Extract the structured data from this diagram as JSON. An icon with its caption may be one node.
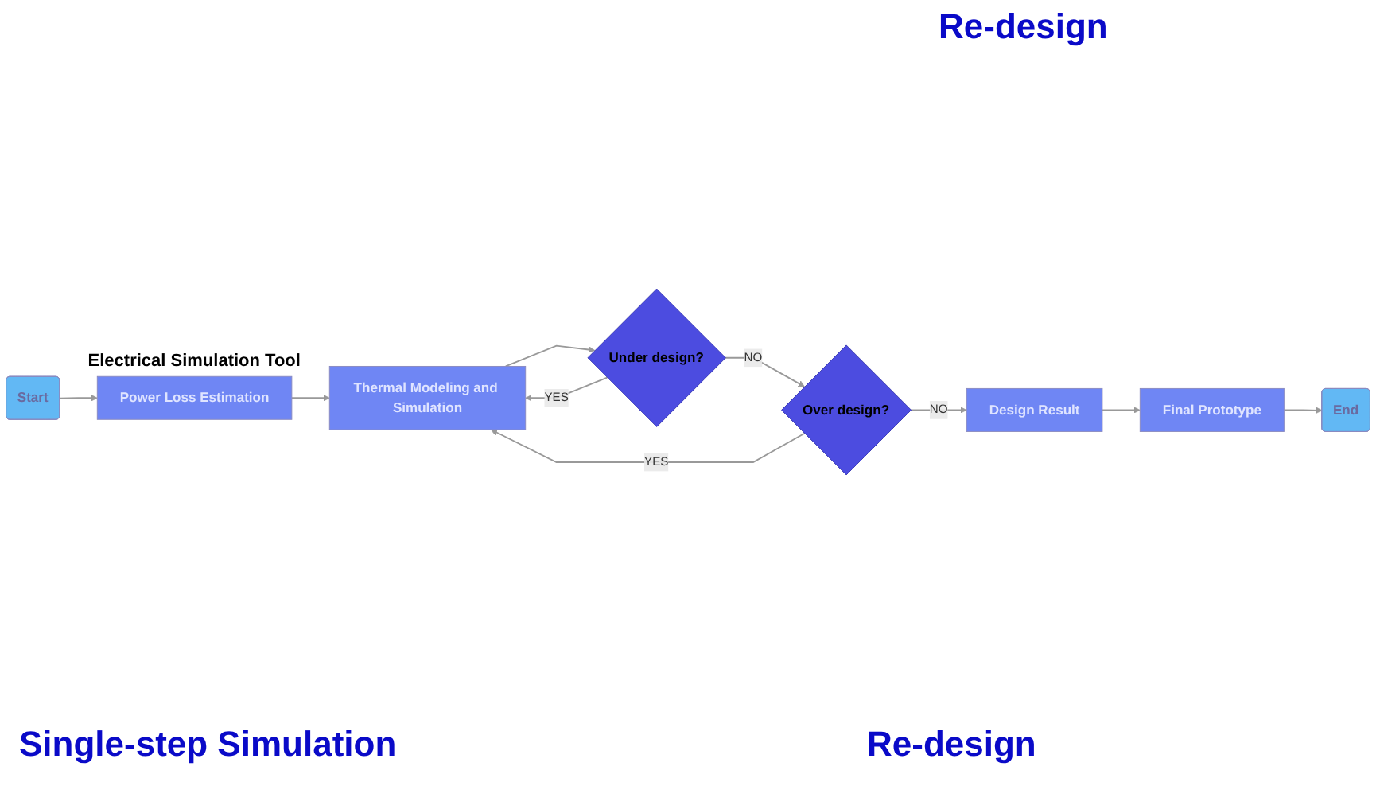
{
  "diagram": {
    "nodes": [
      {
        "text": [
          "Start"
        ]
      },
      {
        "text": [
          "Power Loss Estimation"
        ],
        "beside": [
          "Electrical Simulation Tool"
        ]
      },
      {
        "text": [
          "Thermal Modeling and Simulation"
        ]
      },
      {
        "text": [
          "Under design?"
        ]
      },
      {
        "text": [
          "Over design?"
        ]
      },
      {
        "text": [
          "Design Result"
        ]
      },
      {
        "text": [
          "Final Prototype"
        ]
      },
      {
        "text": [
          "End"
        ]
      }
    ],
    "edges": [
      {
        "from": 0,
        "to": 1,
        "arrow": "to"
      },
      {
        "from": 1,
        "to": 2,
        "arrow": "to"
      },
      {
        "from": 2,
        "to": 3,
        "arrow": "to"
      },
      {
        "from": 3,
        "to": 2,
        "arrow": "to",
        "label": "YES"
      },
      {
        "from": 3,
        "to": 4,
        "arrow": "to",
        "label": "NO"
      },
      {
        "from": 4,
        "to": 2,
        "arrow": "to",
        "label": "YES"
      },
      {
        "from": 4,
        "to": 5,
        "arrow": "to",
        "label": "NO"
      },
      {
        "from": 5,
        "to": 6,
        "arrow": "to"
      },
      {
        "from": 6,
        "to": 7,
        "arrow": "to"
      }
    ],
    "labels": [
      "Re-design",
      "Single-step Simulation",
      "Re-design"
    ]
  }
}
